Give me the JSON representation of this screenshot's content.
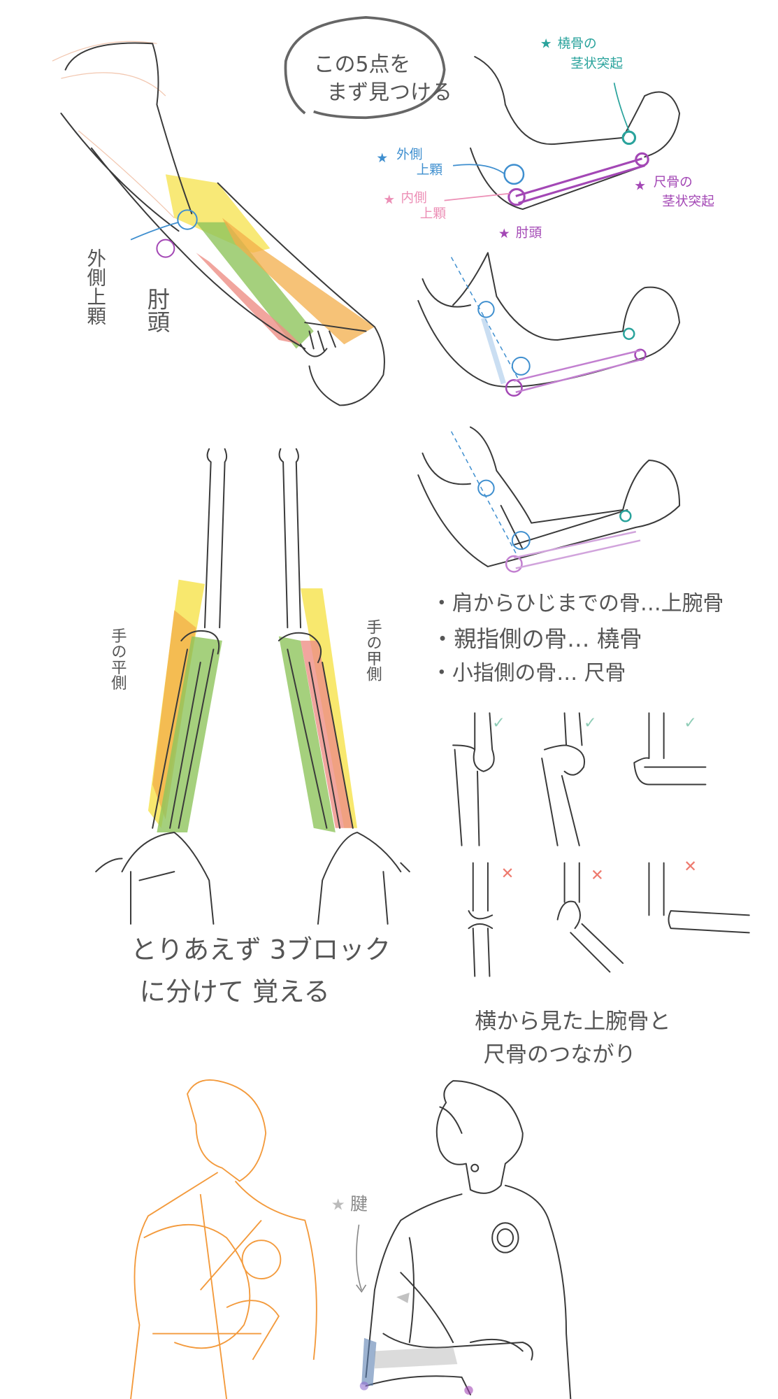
{
  "colors": {
    "ink": "#3a3a3a",
    "teal": "#2aa39c",
    "blue": "#3f8fcf",
    "pink": "#ec8fb6",
    "purple": "#a347b5",
    "yellow": "#f6e24a",
    "orange": "#f3ae4a",
    "green": "#8fc45c",
    "red": "#ee8f86",
    "sketch_orange": "#f39a3c"
  },
  "speech_bubble": {
    "line1": "この5点を",
    "line2": "まず見つける"
  },
  "landmarks": {
    "radial_styloid": {
      "star": "★",
      "line1": "橈骨の",
      "line2": "茎状突起"
    },
    "lateral_epicondyle": {
      "star": "★",
      "line1": "外側",
      "line2": "上顆"
    },
    "medial_epicondyle": {
      "star": "★",
      "line1": "内側",
      "line2": "上顆"
    },
    "ulnar_styloid": {
      "star": "★",
      "line1": "尺骨の",
      "line2": "茎状突起"
    },
    "olecranon": {
      "star": "★",
      "line1": "肘頭"
    }
  },
  "muscle_arm_labels": {
    "lateral_epicondyle": "外側上顆",
    "olecranon": "肘頭"
  },
  "forearm_views": {
    "palm_side": "手の平側",
    "back_side": "手の甲側"
  },
  "bone_list": [
    "・肩からひじまでの骨…上腕骨",
    "・親指側の骨… 橈骨",
    "・小指側の骨… 尺骨"
  ],
  "side_view": {
    "good_mark": "✓",
    "bad_mark": "✕",
    "caption_line1": "横から見た上腕骨と",
    "caption_line2": "尺骨のつながり"
  },
  "blocks_note": {
    "line1": "とりあえず 3ブロック",
    "line2": "に分けて 覚える"
  },
  "tendon_label": {
    "star": "★",
    "text": "腱"
  }
}
